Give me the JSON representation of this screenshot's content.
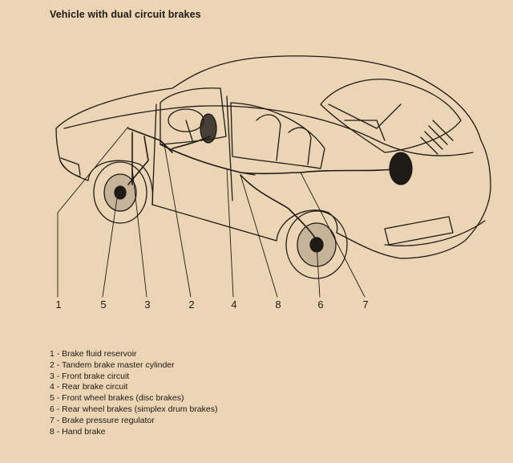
{
  "title": "Vehicle with dual circuit brakes",
  "callouts": [
    "1",
    "5",
    "3",
    "2",
    "4",
    "8",
    "6",
    "7"
  ],
  "legend": [
    "1 - Brake fluid reservoir",
    "2 - Tandem brake master cylinder",
    "3 - Front brake circuit",
    "4 - Rear brake circuit",
    "5 - Front wheel brakes (disc brakes)",
    "6 - Rear wheel brakes (simplex drum brakes)",
    "7 - Brake pressure regulator",
    "8 - Hand brake"
  ],
  "colors": {
    "paper": "#ecd5b5",
    "ink": "#1e1a16"
  }
}
